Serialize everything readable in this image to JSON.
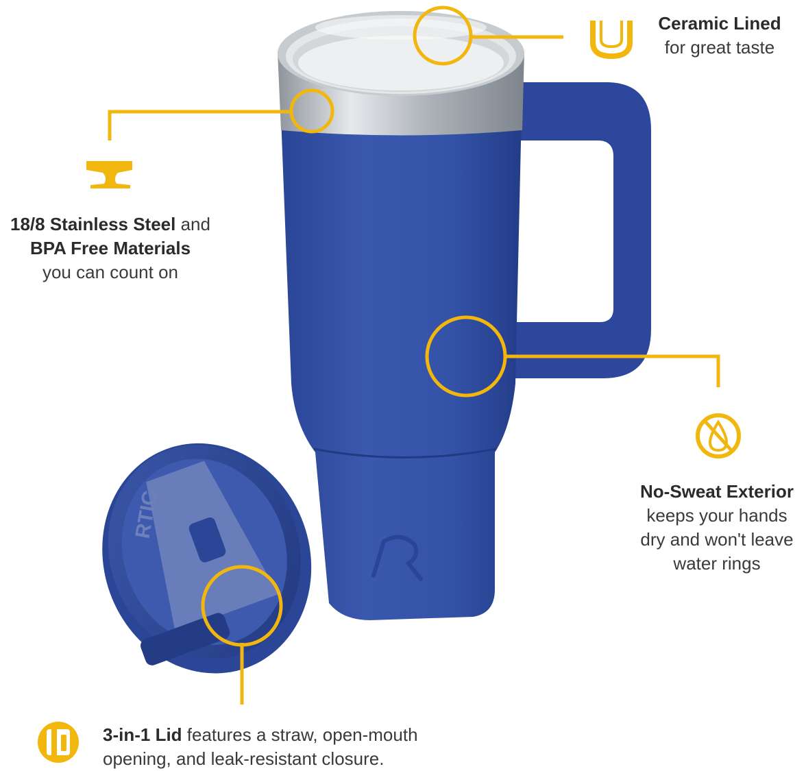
{
  "colors": {
    "accent": "#F2B70F",
    "tumbler_blue": "#3553A6",
    "tumbler_dark": "#243C86",
    "steel": "#B9BEC4",
    "text": "#333333"
  },
  "product": {
    "lid_brand_text": "RTIC"
  },
  "callouts": {
    "ceramic": {
      "icon": "u-shape-icon",
      "title": "Ceramic Lined",
      "body": "for great taste"
    },
    "steel": {
      "icon": "anvil-icon",
      "line1_bold": "18/8 Stainless Steel",
      "line1_rest": " and",
      "line2_bold": "BPA Free Materials",
      "line3": "you can count on"
    },
    "sweat": {
      "icon": "no-drop-icon",
      "title": "No-Sweat Exterior",
      "line1": "keeps your hands",
      "line2": "dry and won't leave",
      "line3": "water rings"
    },
    "lid": {
      "icon": "lid-icon",
      "title": "3-in-1 Lid",
      "line1_rest": " features a straw, open-mouth",
      "line2": "opening, and leak-resistant closure."
    }
  }
}
